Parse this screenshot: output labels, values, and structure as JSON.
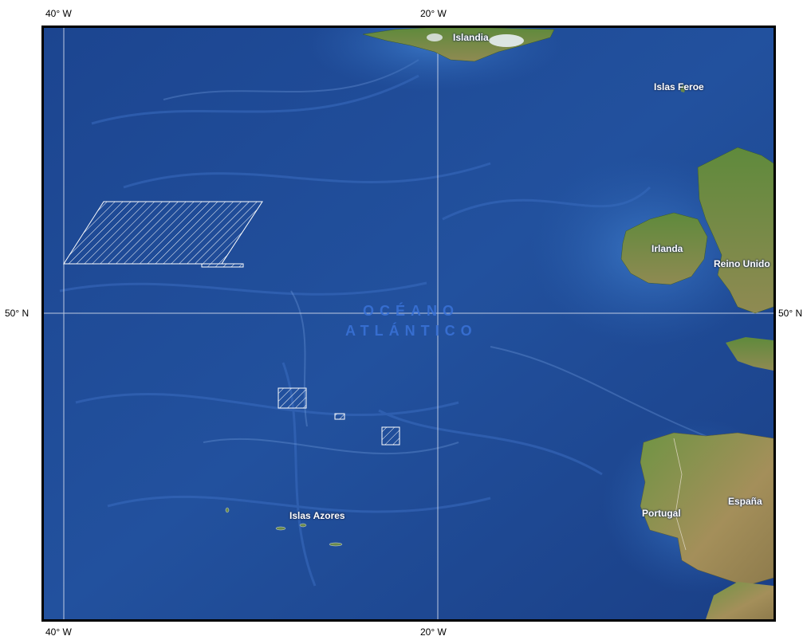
{
  "map": {
    "graticule": {
      "top_labels": [
        "40° W",
        "20° W"
      ],
      "bottom_labels": [
        "40° W",
        "20° W"
      ],
      "left_labels": [
        "50° N"
      ],
      "right_labels": [
        "50° N"
      ]
    },
    "ocean_label": [
      "OCÉANO",
      "ATLÁNTICO"
    ],
    "places": {
      "islandia": "Islandia",
      "islas_feroe": "Islas Feroe",
      "irlanda": "Irlanda",
      "reino_unido": "Reino Unido",
      "portugal": "Portugal",
      "espana": "España",
      "islas_azores": "Islas Azores"
    },
    "colors": {
      "ocean_deep": "#1b3f86",
      "ocean_light": "#2a5fae",
      "land": "#5f8a3c",
      "land_dry": "#a48f5a",
      "graticule": "#cfd8ea",
      "hatch": "#ffffff"
    }
  }
}
